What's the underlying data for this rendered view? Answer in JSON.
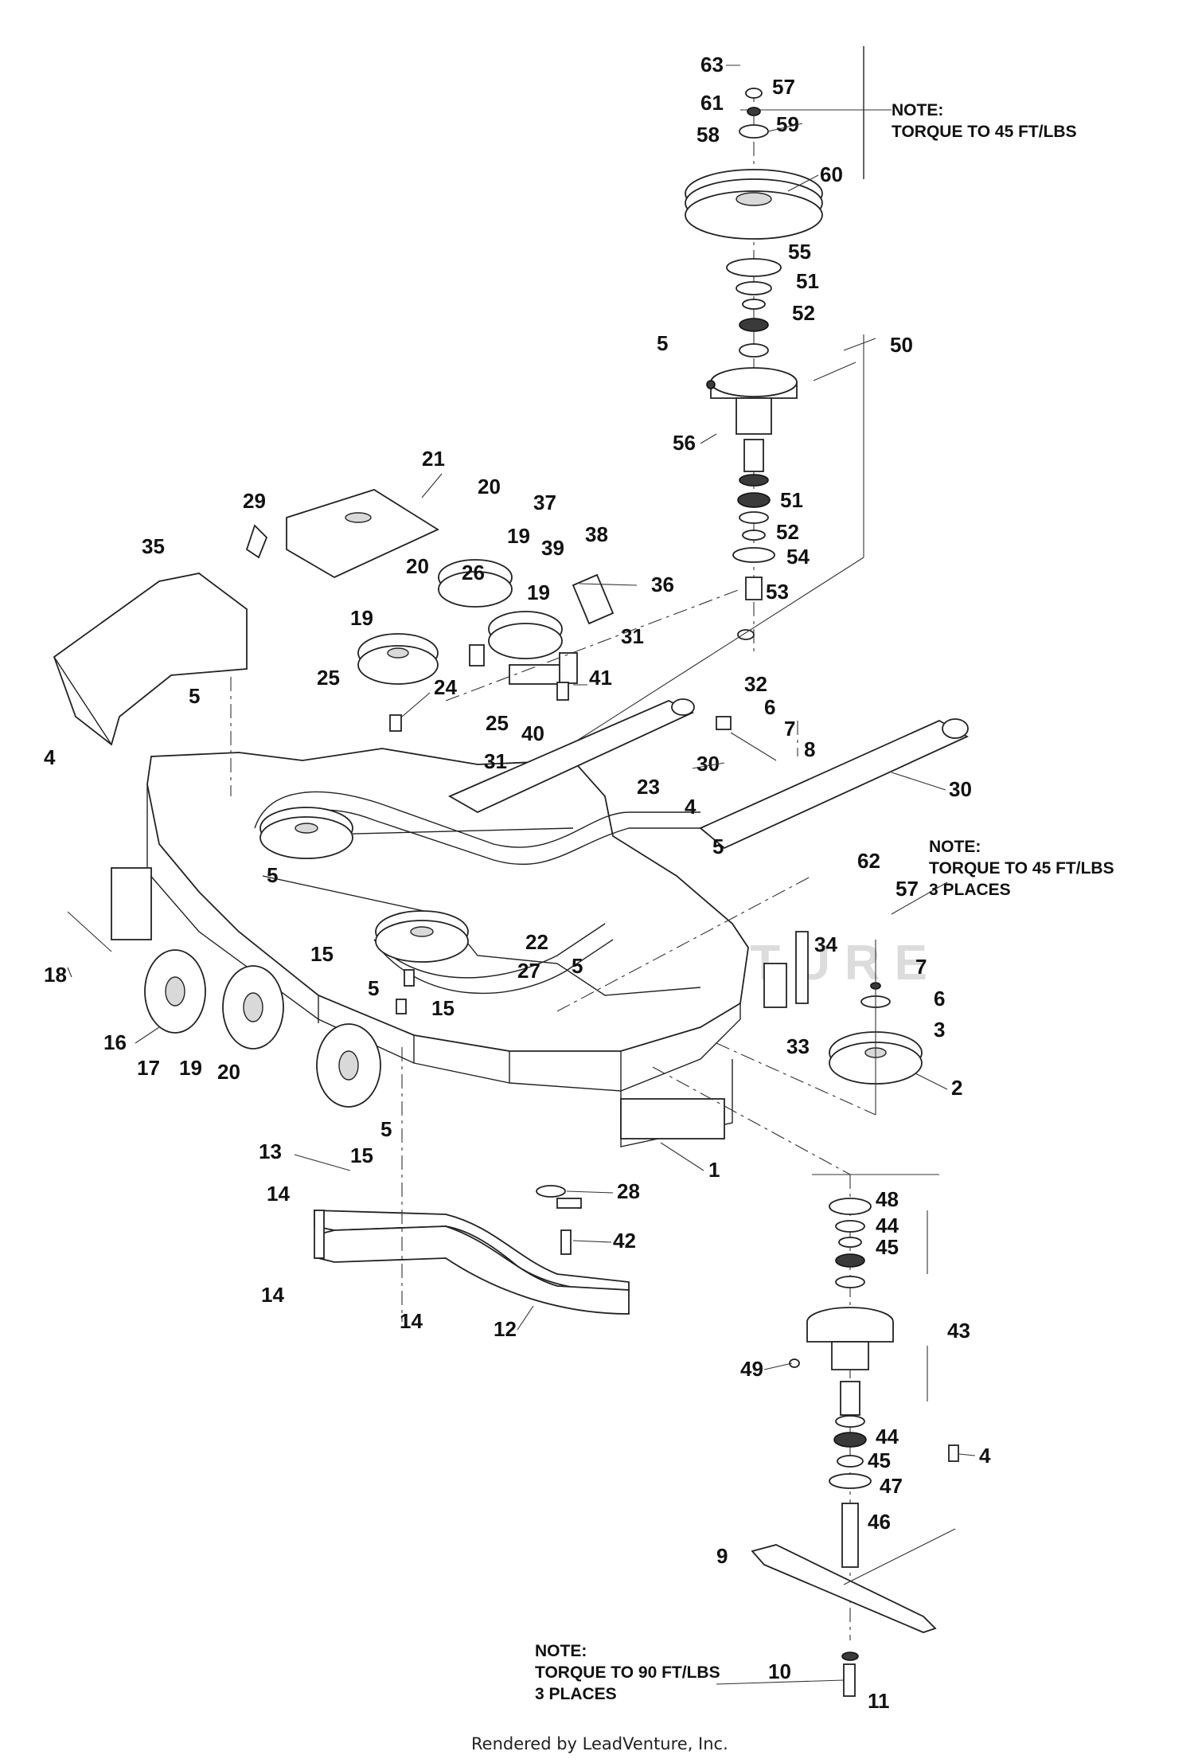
{
  "callouts": [
    {
      "id": "63",
      "label": "63"
    },
    {
      "id": "57a",
      "label": "57"
    },
    {
      "id": "61",
      "label": "61"
    },
    {
      "id": "59",
      "label": "59"
    },
    {
      "id": "58",
      "label": "58"
    },
    {
      "id": "60",
      "label": "60"
    },
    {
      "id": "55",
      "label": "55"
    },
    {
      "id": "51a",
      "label": "51"
    },
    {
      "id": "52a",
      "label": "52"
    },
    {
      "id": "5a",
      "label": "5"
    },
    {
      "id": "50",
      "label": "50"
    },
    {
      "id": "56",
      "label": "56"
    },
    {
      "id": "51b",
      "label": "51"
    },
    {
      "id": "52b",
      "label": "52"
    },
    {
      "id": "54",
      "label": "54"
    },
    {
      "id": "53",
      "label": "53"
    },
    {
      "id": "21",
      "label": "21"
    },
    {
      "id": "20a",
      "label": "20"
    },
    {
      "id": "37",
      "label": "37"
    },
    {
      "id": "29",
      "label": "29"
    },
    {
      "id": "19a",
      "label": "19"
    },
    {
      "id": "38",
      "label": "38"
    },
    {
      "id": "39",
      "label": "39"
    },
    {
      "id": "26",
      "label": "26"
    },
    {
      "id": "35",
      "label": "35"
    },
    {
      "id": "20b",
      "label": "20"
    },
    {
      "id": "19b",
      "label": "19"
    },
    {
      "id": "36",
      "label": "36"
    },
    {
      "id": "19c",
      "label": "19"
    },
    {
      "id": "31a",
      "label": "31"
    },
    {
      "id": "25a",
      "label": "25"
    },
    {
      "id": "24",
      "label": "24"
    },
    {
      "id": "41",
      "label": "41"
    },
    {
      "id": "25b",
      "label": "25"
    },
    {
      "id": "40",
      "label": "40"
    },
    {
      "id": "32",
      "label": "32"
    },
    {
      "id": "6a",
      "label": "6"
    },
    {
      "id": "7a",
      "label": "7"
    },
    {
      "id": "8",
      "label": "8"
    },
    {
      "id": "5b",
      "label": "5"
    },
    {
      "id": "4a",
      "label": "4"
    },
    {
      "id": "31b",
      "label": "31"
    },
    {
      "id": "30a",
      "label": "30"
    },
    {
      "id": "23",
      "label": "23"
    },
    {
      "id": "4b",
      "label": "4"
    },
    {
      "id": "30b",
      "label": "30"
    },
    {
      "id": "62",
      "label": "62"
    },
    {
      "id": "57b",
      "label": "57"
    },
    {
      "id": "5c",
      "label": "5"
    },
    {
      "id": "5d",
      "label": "5"
    },
    {
      "id": "15a",
      "label": "15"
    },
    {
      "id": "22",
      "label": "22"
    },
    {
      "id": "27",
      "label": "27"
    },
    {
      "id": "5e",
      "label": "5"
    },
    {
      "id": "34",
      "label": "34"
    },
    {
      "id": "7b",
      "label": "7"
    },
    {
      "id": "6b",
      "label": "6"
    },
    {
      "id": "3",
      "label": "3"
    },
    {
      "id": "18",
      "label": "18"
    },
    {
      "id": "5f",
      "label": "5"
    },
    {
      "id": "15b",
      "label": "15"
    },
    {
      "id": "33",
      "label": "33"
    },
    {
      "id": "16",
      "label": "16"
    },
    {
      "id": "17",
      "label": "17"
    },
    {
      "id": "19d",
      "label": "19"
    },
    {
      "id": "20c",
      "label": "20"
    },
    {
      "id": "2",
      "label": "2"
    },
    {
      "id": "13",
      "label": "13"
    },
    {
      "id": "5g",
      "label": "5"
    },
    {
      "id": "15c",
      "label": "15"
    },
    {
      "id": "1",
      "label": "1"
    },
    {
      "id": "14a",
      "label": "14"
    },
    {
      "id": "28",
      "label": "28"
    },
    {
      "id": "48",
      "label": "48"
    },
    {
      "id": "44a",
      "label": "44"
    },
    {
      "id": "45a",
      "label": "45"
    },
    {
      "id": "42",
      "label": "42"
    },
    {
      "id": "14b",
      "label": "14"
    },
    {
      "id": "14c",
      "label": "14"
    },
    {
      "id": "12",
      "label": "12"
    },
    {
      "id": "43",
      "label": "43"
    },
    {
      "id": "49",
      "label": "49"
    },
    {
      "id": "44b",
      "label": "44"
    },
    {
      "id": "4c",
      "label": "4"
    },
    {
      "id": "45b",
      "label": "45"
    },
    {
      "id": "47",
      "label": "47"
    },
    {
      "id": "46",
      "label": "46"
    },
    {
      "id": "9",
      "label": "9"
    },
    {
      "id": "10",
      "label": "10"
    },
    {
      "id": "11",
      "label": "11"
    }
  ],
  "notes": {
    "top": {
      "line1": "NOTE:",
      "line2": "TORQUE TO 45 FT/LBS"
    },
    "right": {
      "line1": "NOTE:",
      "line2": "TORQUE TO 45 FT/LBS",
      "line3": "3 PLACES"
    },
    "bottom": {
      "line1": "NOTE:",
      "line2": "TORQUE TO 90 FT/LBS",
      "line3": "3 PLACES"
    }
  },
  "watermark": "LEADVENTURE",
  "footer": "Rendered by LeadVenture, Inc."
}
